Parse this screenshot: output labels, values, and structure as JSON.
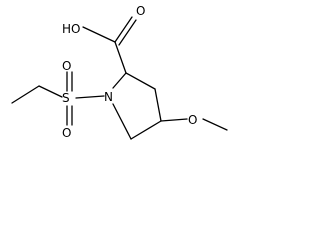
{
  "molecule": {
    "atoms": {
      "oh": "HO",
      "o_carbonyl": "O",
      "n": "N",
      "s": "S",
      "o_s_upper": "O",
      "o_s_lower": "O",
      "o_ether": "O"
    }
  }
}
